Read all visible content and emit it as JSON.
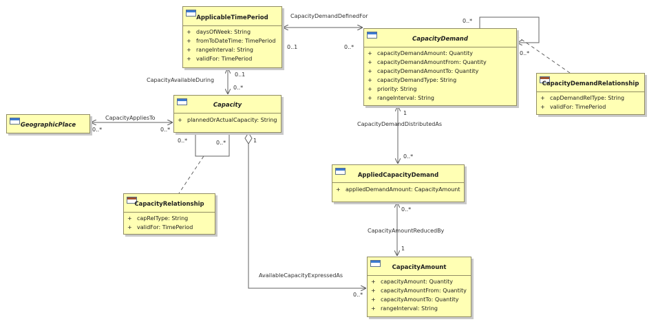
{
  "classes": {
    "applicable_time_period": {
      "name": "ApplicableTimePeriod",
      "attributes": [
        {
          "vis": "+",
          "text": "daysOfWeek: String"
        },
        {
          "vis": "+",
          "text": "fromToDateTime: TimePeriod"
        },
        {
          "vis": "+",
          "text": "rangeInterval: String"
        },
        {
          "vis": "+",
          "text": "validFor: TimePeriod"
        }
      ]
    },
    "capacity_demand": {
      "name": "CapacityDemand",
      "attributes": [
        {
          "vis": "+",
          "text": "capacityDemandAmount: Quantity"
        },
        {
          "vis": "+",
          "text": "capacityDemandAmountFrom: Quantity"
        },
        {
          "vis": "+",
          "text": "capacityDemandAmountTo: Quantity"
        },
        {
          "vis": "+",
          "text": "capacityDemandType: String"
        },
        {
          "vis": "+",
          "text": "priority: String"
        },
        {
          "vis": "+",
          "text": "rangeInterval: String"
        }
      ]
    },
    "capacity_demand_relationship": {
      "name": "CapacityDemandRelationship",
      "attributes": [
        {
          "vis": "+",
          "text": "capDemandRelType: String"
        },
        {
          "vis": "+",
          "text": "validFor: TimePeriod"
        }
      ]
    },
    "geographic_place": {
      "name": "GeographicPlace",
      "attributes": []
    },
    "capacity": {
      "name": "Capacity",
      "attributes": [
        {
          "vis": "+",
          "text": "plannedOrActualCapacity: String"
        }
      ]
    },
    "capacity_relationship": {
      "name": "CapacityRelationship",
      "attributes": [
        {
          "vis": "+",
          "text": "capRelType: String"
        },
        {
          "vis": "+",
          "text": "validFor: TimePeriod"
        }
      ]
    },
    "applied_capacity_demand": {
      "name": "AppliedCapacityDemand",
      "attributes": [
        {
          "vis": "+",
          "text": "appliedDemandAmount: CapacityAmount"
        }
      ]
    },
    "capacity_amount": {
      "name": "CapacityAmount",
      "attributes": [
        {
          "vis": "+",
          "text": "capacityAmount: Quantity"
        },
        {
          "vis": "+",
          "text": "capacityAmountFrom: Quantity"
        },
        {
          "vis": "+",
          "text": "capacityAmountTo: Quantity"
        },
        {
          "vis": "+",
          "text": "rangeInterval: String"
        }
      ]
    }
  },
  "associations": {
    "demand_defined_for": {
      "label": "CapacityDemandDefinedFor",
      "mult_a": "0..1",
      "mult_b": "0..*"
    },
    "demand_self": {
      "mult_a": "0..*",
      "mult_b": "0..*"
    },
    "available_during": {
      "label": "CapacityAvailableDuring",
      "mult_a": "0..1",
      "mult_b": "0..*"
    },
    "applies_to": {
      "label": "CapacityAppliesTo",
      "mult_a": "0..*",
      "mult_b": "0..*"
    },
    "capacity_self": {
      "mult_a": "0..*",
      "mult_b": "0..*"
    },
    "demand_distributed_as": {
      "label": "CapacityDemandDistributedAs",
      "mult_a": "1",
      "mult_b": "0..*"
    },
    "amount_reduced_by": {
      "label": "CapacityAmountReducedBy",
      "mult_a": "0..*",
      "mult_b": "1"
    },
    "expressed_as": {
      "label": "AvailableCapacityExpressedAs",
      "mult_a": "1",
      "mult_b": "0..*"
    }
  },
  "colors": {
    "class_fill": "#ffffb4",
    "class_border": "#8f8b63",
    "line": "#606060"
  }
}
